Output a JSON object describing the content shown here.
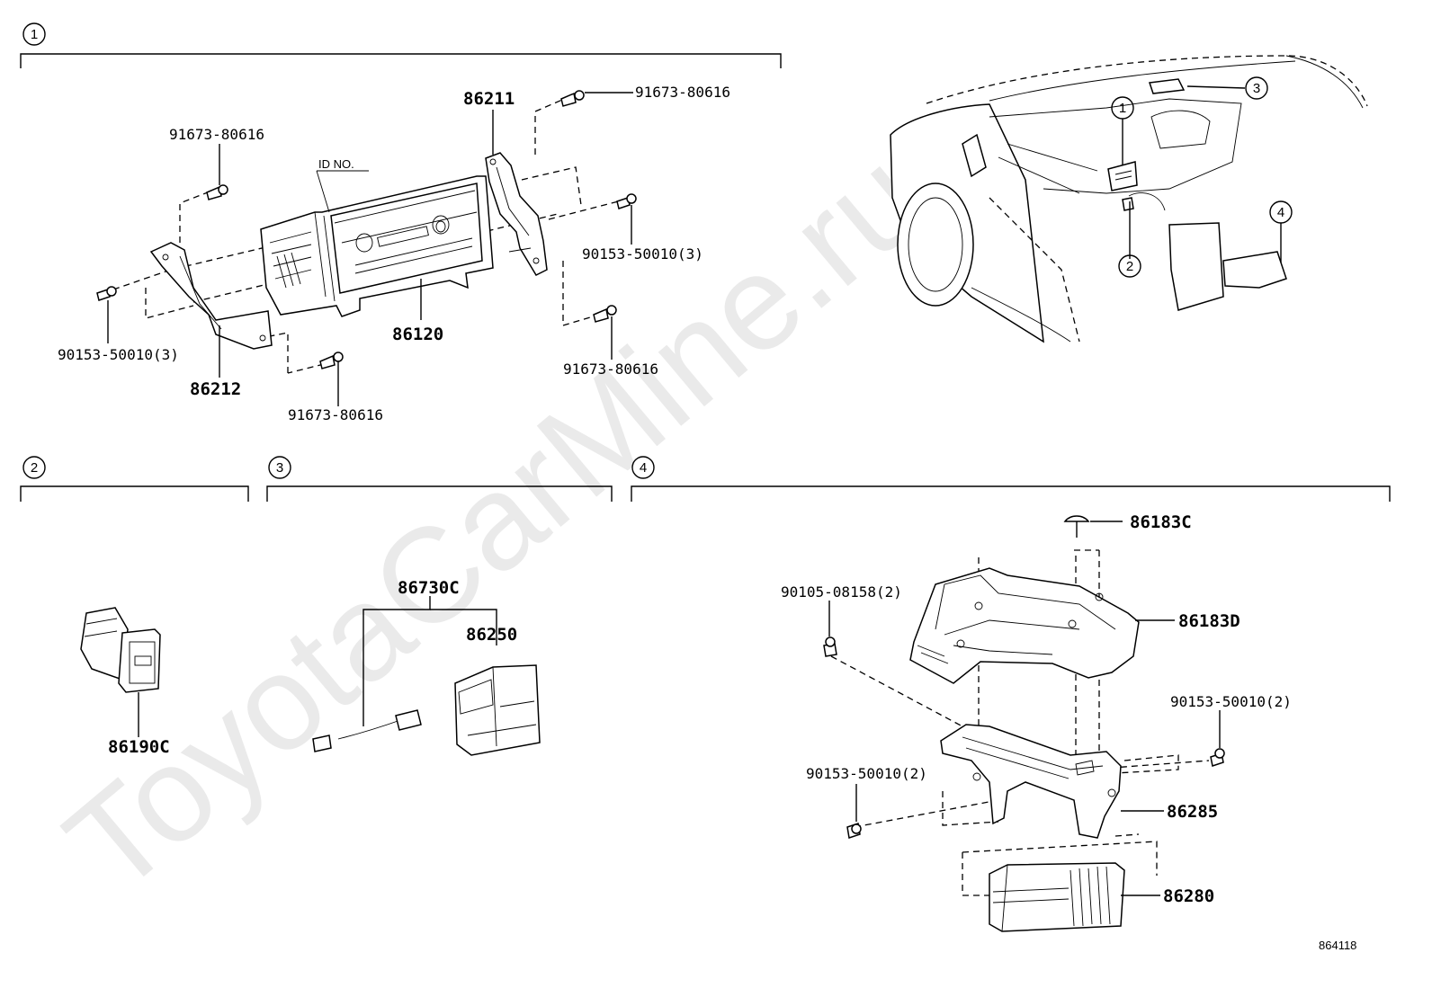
{
  "watermark": "ToyotaCarMine.ru",
  "diagram_code": "864118",
  "sections": [
    {
      "num": "1"
    },
    {
      "num": "2"
    },
    {
      "num": "3"
    },
    {
      "num": "4"
    }
  ],
  "overview_callouts": [
    "1",
    "2",
    "3",
    "4"
  ],
  "section1": {
    "id_no": "ID NO.",
    "labels": {
      "p86211": "86211",
      "p86120": "86120",
      "p86212": "86212",
      "screw_top_left": "91673-80616",
      "screw_top_right": "91673-80616",
      "screw_mid_right": "91673-80616",
      "screw_bottom": "91673-80616",
      "bolt_right": "90153-50010(3)",
      "bolt_left": "90153-50010(3)"
    }
  },
  "section2": {
    "labels": {
      "p86190c": "86190C"
    }
  },
  "section3": {
    "labels": {
      "p86730c": "86730C",
      "p86250": "86250"
    }
  },
  "section4": {
    "labels": {
      "p86183c": "86183C",
      "p86183d": "86183D",
      "bolt_top": "90105-08158(2)",
      "bolt_right": "90153-50010(2)",
      "bolt_left": "90153-50010(2)",
      "p86285": "86285",
      "p86280": "86280"
    }
  }
}
